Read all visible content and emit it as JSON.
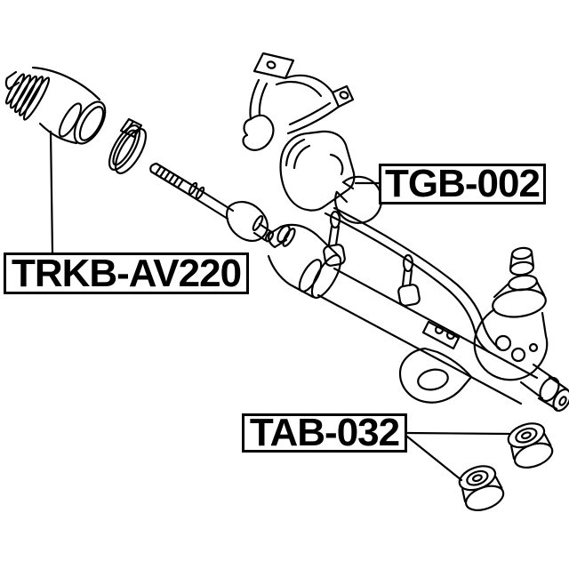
{
  "diagram": {
    "background_color": "#ffffff",
    "line_color": "#000000",
    "labels": {
      "boot_kit": "TRKB-AV220",
      "stabilizer_bushing": "TGB-002",
      "rack_mount_bushing": "TAB-032"
    }
  }
}
